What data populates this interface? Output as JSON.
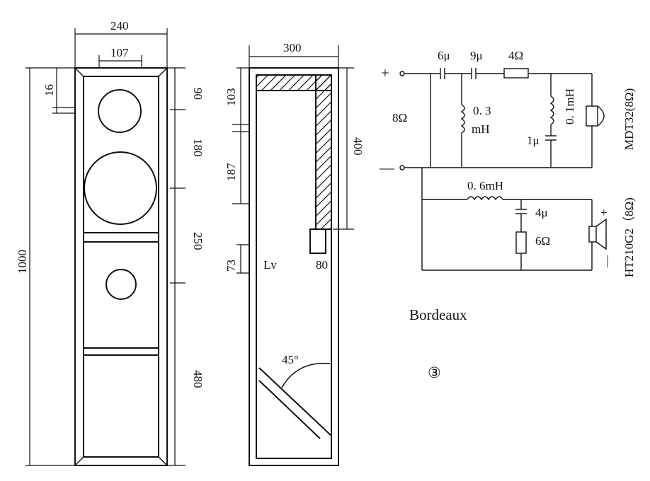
{
  "front_view": {
    "dims": {
      "width_total": "240",
      "width_inner": "107",
      "height_total": "1000",
      "panel_thickness": "16",
      "seg_top": "90",
      "seg_2": "180",
      "seg_3": "250",
      "seg_4": "480"
    }
  },
  "side_view": {
    "dims": {
      "depth": "300",
      "top_offset": "103",
      "port_span": "187",
      "upper_chamber": "400",
      "port_height": "73",
      "port_depth": "80",
      "angle": "45°"
    },
    "port_label": "Lv"
  },
  "crossover": {
    "plus": "+",
    "minus": "—",
    "impedance": "8Ω",
    "tweeter": {
      "c1": "6μ",
      "c2": "9μ",
      "r1": "4Ω",
      "l1_value": "0. 3",
      "l1_unit": "mH",
      "l2": "0. 1mH",
      "c3": "1μ",
      "driver": "MDT32(8Ω)"
    },
    "woofer": {
      "l1": "0. 6mH",
      "c1": "4μ",
      "r1": "6Ω",
      "driver": "HT210G2（8Ω)",
      "plus": "+",
      "minus": "—"
    }
  },
  "title": "Bordeaux",
  "figure_number": "③"
}
